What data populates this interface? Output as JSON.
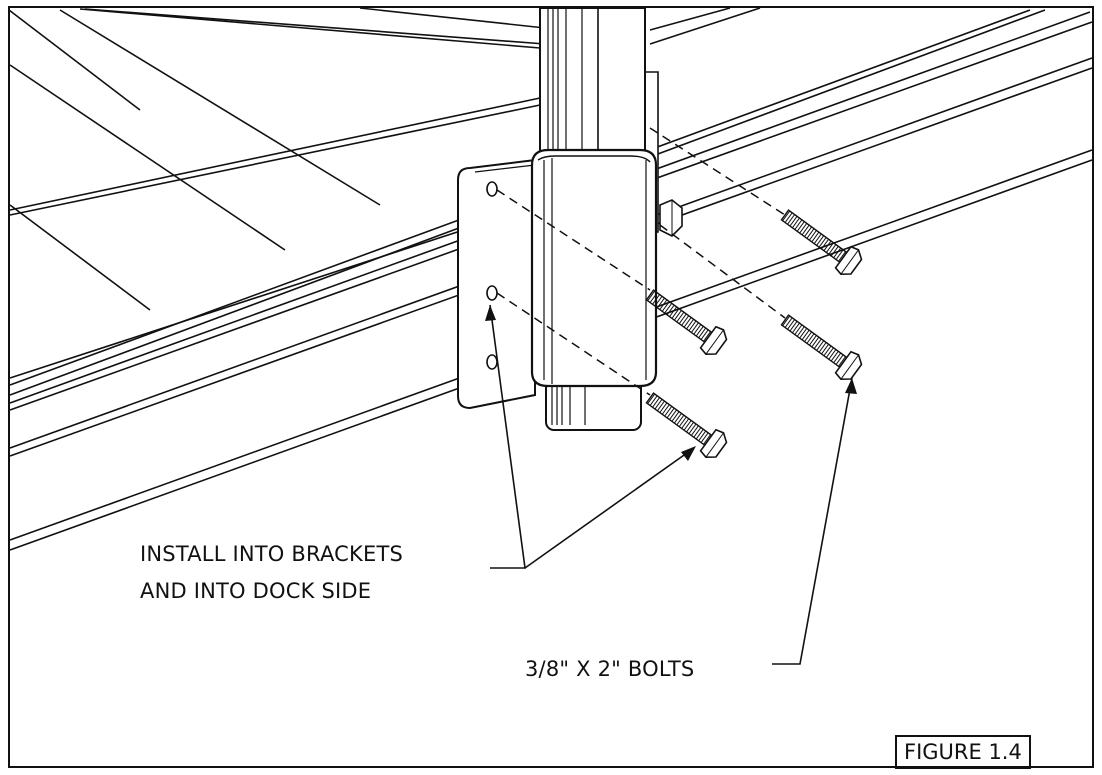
{
  "callouts": {
    "install_line1": "INSTALL INTO BRACKETS",
    "install_line2": "AND INTO DOCK SIDE",
    "bolts": "3/8\" X 2\" BOLTS"
  },
  "figure_label": "FIGURE 1.4",
  "colors": {
    "ink": "#111111",
    "background": "#ffffff",
    "fill_light": "#f4f4f4"
  }
}
